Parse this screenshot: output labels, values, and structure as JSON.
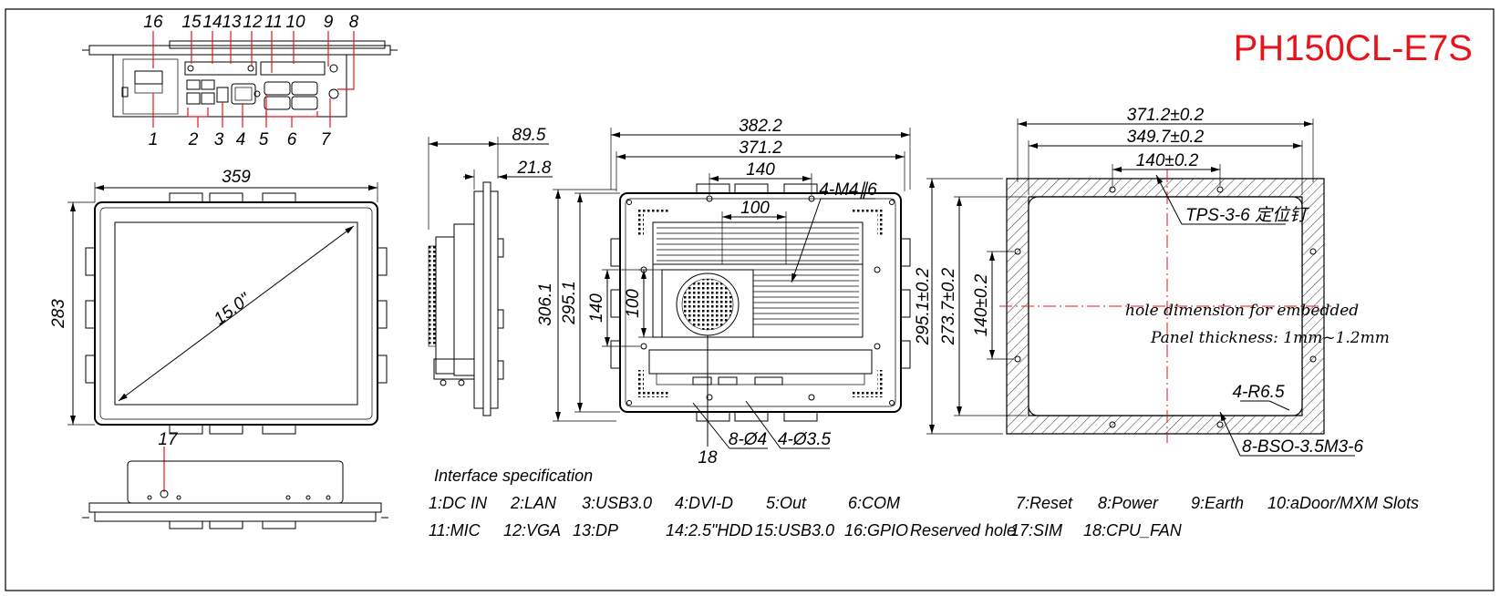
{
  "title": "PH150CL-E7S",
  "callouts_top": [
    "16",
    "15",
    "14",
    "13",
    "12",
    "11",
    "10",
    "9",
    "8"
  ],
  "callouts_bottom": [
    "1",
    "2",
    "3",
    "4",
    "5",
    "6",
    "7"
  ],
  "callout_17": "17",
  "callout_18": "18",
  "front_view": {
    "width": "359",
    "height": "283",
    "diagonal": "15.0\""
  },
  "side_view": {
    "depth_total": "89.5",
    "depth_front": "21.8"
  },
  "rear_view": {
    "outer_width": "382.2",
    "inner_width": "371.2",
    "hole_spacing_top": "140",
    "fan_width": "100",
    "screw_label": "4-M4∥6",
    "outer_height": "306.1",
    "inner_height": "295.1",
    "hole_spacing_side": "140",
    "fan_height": "100",
    "hole_label_1": "8-Ø4",
    "hole_label_2": "4-Ø3.5"
  },
  "cutout_view": {
    "width_outer": "371.2±0.2",
    "width_inner": "349.7±0.2",
    "hole_spacing": "140±0.2",
    "pin_label": "TPS-3-6 定位钉",
    "height_outer": "295.1±0.2",
    "height_inner": "273.7±0.2",
    "hole_spacing_v": "140±0.2",
    "note_1": "hole dimension for embedded",
    "note_2": "Panel thickness: 1mm~1.2mm",
    "radius_label": "4-R6.5",
    "stud_label": "8-BSO-3.5M3-6"
  },
  "spec_title": "Interface specification",
  "spec_row_1": [
    "1:DC IN",
    "2:LAN",
    "3:USB3.0",
    "4:DVI-D",
    "5:Out",
    "6:COM",
    "7:Reset",
    "8:Power",
    "9:Earth",
    "10:aDoor/MXM Slots"
  ],
  "spec_row_2": [
    "11:MIC",
    "12:VGA",
    "13:DP",
    "14:2.5\"HDD",
    "15:USB3.0",
    "16:GPIO",
    "Reserved hole",
    "17:SIM",
    "18:CPU_FAN"
  ]
}
